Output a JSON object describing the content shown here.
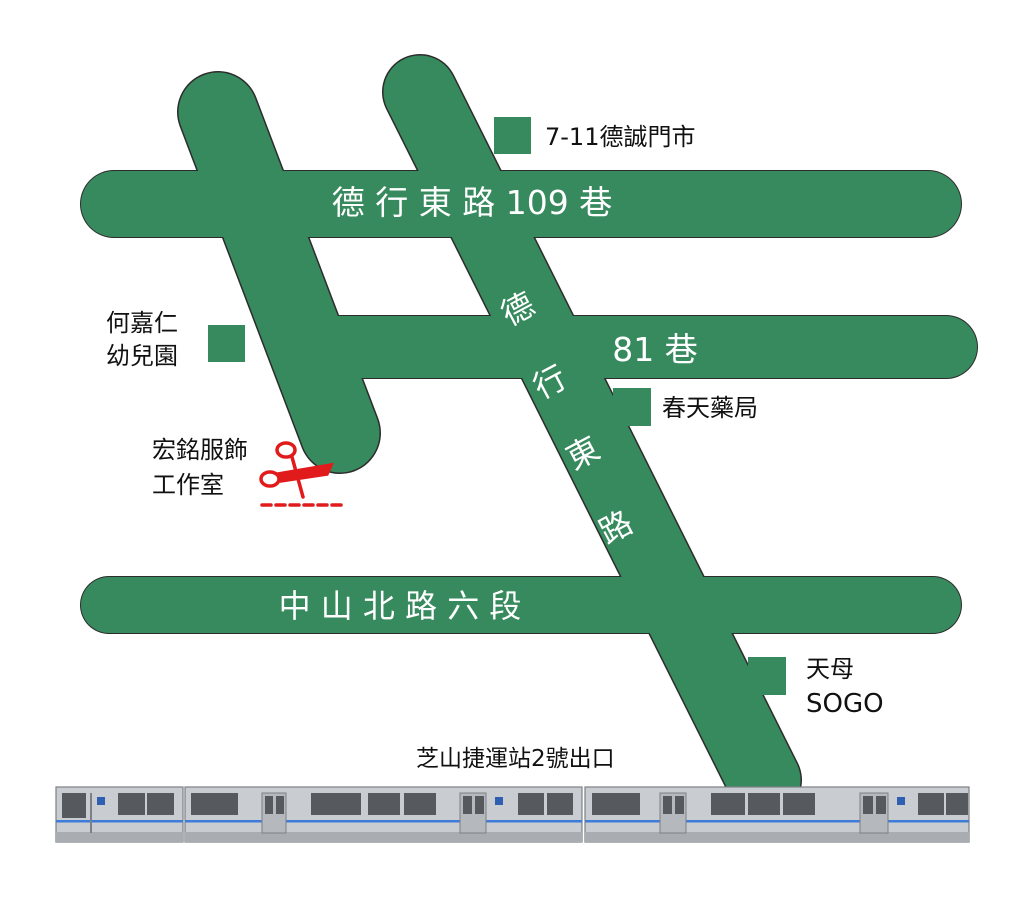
{
  "colors": {
    "road": "#378a5d",
    "road_outline": "#2c2c2c",
    "poi_marker": "#378a5d",
    "shop_marker": "#e11b1b",
    "train_body": "#c9ccd0",
    "train_window": "#565a5e",
    "train_stripe": "#3f7bd8"
  },
  "roads": {
    "dexing_109": "德 行 東 路 109 巷",
    "lane_81": "81 巷",
    "dexing_east": [
      "德",
      "行",
      "東",
      "路"
    ],
    "zhongshan_north": "中 山 北 路 六 段"
  },
  "pois": {
    "seven_eleven": "7-11德誠門市",
    "kindergarten": [
      "何嘉仁",
      "幼兒園"
    ],
    "pharmacy": "春天藥局",
    "tianmu_sogo": [
      "天母",
      "SOGO"
    ]
  },
  "shop": {
    "name": [
      "宏銘服飾",
      "工作室"
    ],
    "icon": "scissors-icon"
  },
  "station": {
    "name": "芝山捷運站2號出口",
    "icon": "mrt-train"
  }
}
